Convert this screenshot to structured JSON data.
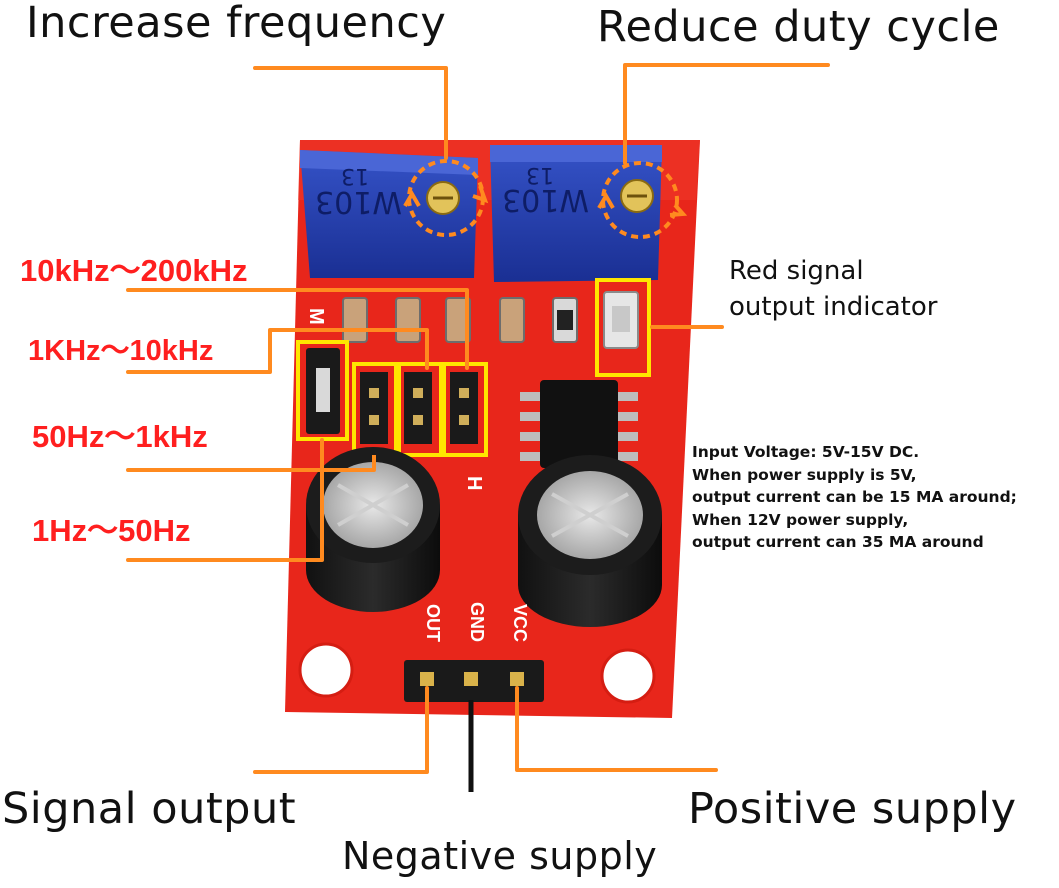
{
  "callouts": {
    "increase_frequency": "Increase frequency",
    "reduce_duty_cycle": "Reduce duty cycle",
    "led_line1": "Red signal",
    "led_line2": "output indicator",
    "signal_output": "Signal output",
    "positive_supply": "Positive supply",
    "negative_supply": "Negative supply"
  },
  "ranges": [
    "10kHz～200kHz",
    "1KHz～10kHz",
    "50Hz～1kHz",
    "1Hz～50Hz"
  ],
  "specs": [
    "Input Voltage: 5V-15V DC.",
    "When power supply is 5V,",
    "output current can be 15 MA around;",
    "When 12V power supply,",
    "output current can 35 MA around"
  ],
  "board": {
    "pot_marking_top": "13",
    "pot_marking_bottom": "W103",
    "pins": [
      "OUT",
      "GND",
      "VCC"
    ],
    "silk_left": "M",
    "silk_h": "H"
  },
  "colors": {
    "pcb": "#e8261b",
    "pot": "#1f3fb0",
    "leader": "#ff8a1f",
    "range_text": "#ff1f1f",
    "highlight": "#ffe600"
  }
}
